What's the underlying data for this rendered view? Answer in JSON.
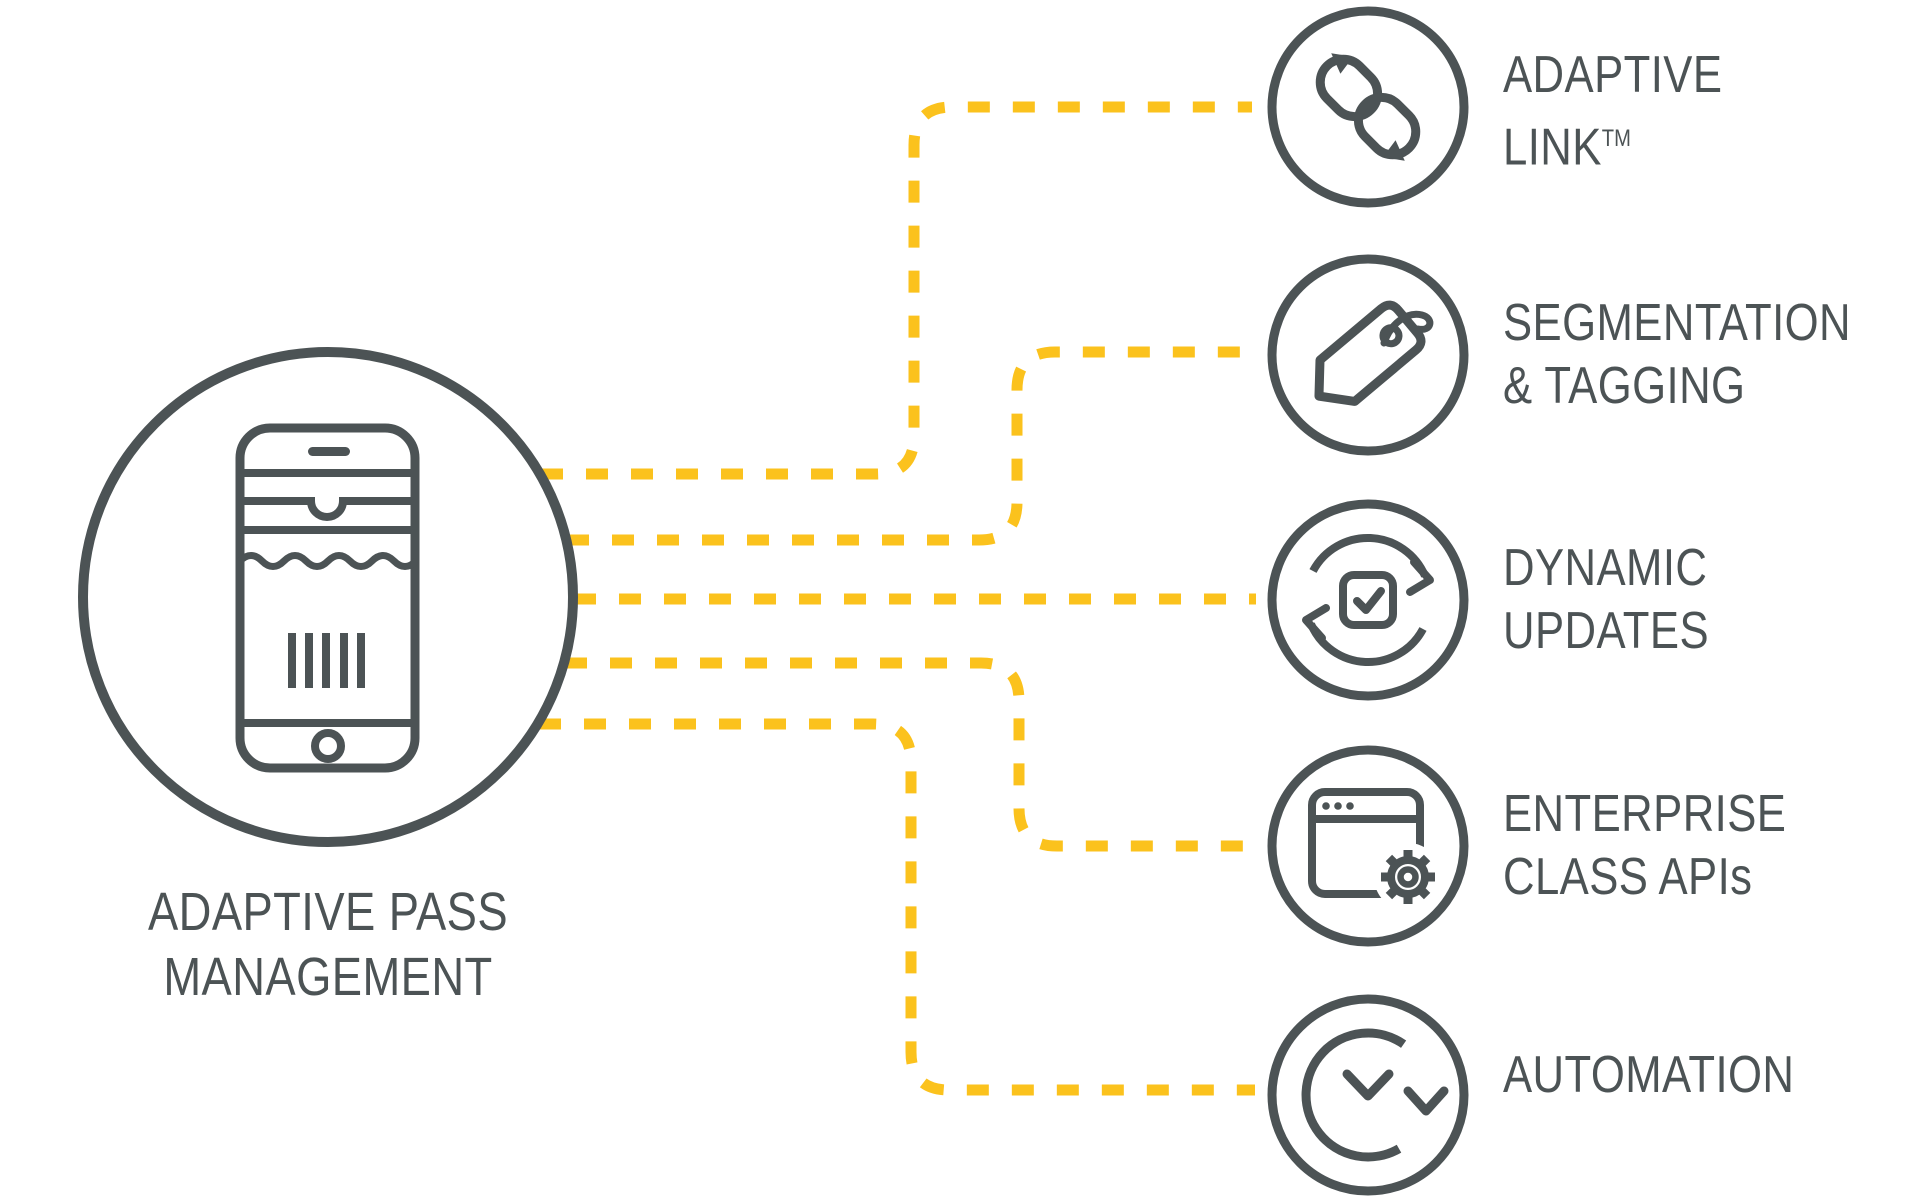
{
  "palette": {
    "ink": "#4c5355",
    "accent_yellow": "#fbc21d",
    "background": "#ffffff"
  },
  "hub": {
    "title_line1": "ADAPTIVE PASS",
    "title_line2": "MANAGEMENT"
  },
  "features": [
    {
      "name": "adaptive-link",
      "line1": "ADAPTIVE",
      "line2": "LINK",
      "trademark": "TM"
    },
    {
      "name": "segmentation-tagging",
      "line1": "SEGMENTATION",
      "line2": "& TAGGING"
    },
    {
      "name": "dynamic-updates",
      "line1": "DYNAMIC",
      "line2": "UPDATES"
    },
    {
      "name": "enterprise-apis",
      "line1": "ENTERPRISE",
      "line2": "CLASS APIs"
    },
    {
      "name": "automation",
      "line1": "AUTOMATION"
    }
  ]
}
